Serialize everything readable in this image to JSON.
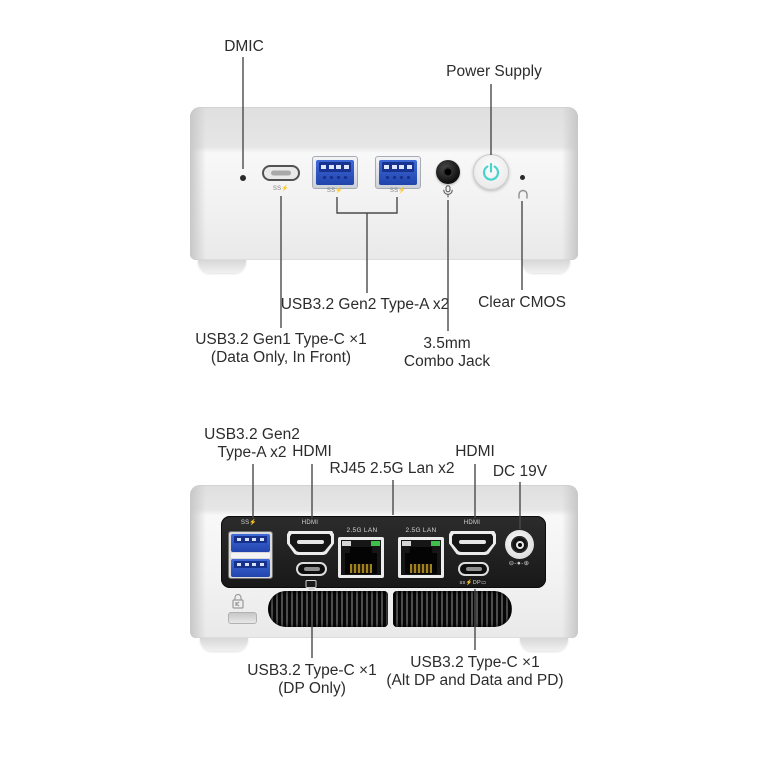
{
  "front": {
    "callouts": {
      "dmic": "DMIC",
      "power_supply": "Power Supply",
      "usb_a": "USB3.2 Gen2 Type-A x2",
      "clear_cmos": "Clear CMOS",
      "usb_c_line1": "USB3.2 Gen1 Type-C ×1",
      "usb_c_line2": "(Data Only, In Front)",
      "combo_jack_line1": "3.5mm",
      "combo_jack_line2": "Combo Jack"
    },
    "markings": {
      "ss": "SS⚡"
    }
  },
  "rear": {
    "callouts": {
      "usb_a_line1": "USB3.2 Gen2",
      "usb_a_line2": "Type-A x2",
      "hdmi_left": "HDMI",
      "lan": "RJ45 2.5G Lan x2",
      "hdmi_right": "HDMI",
      "dc": "DC 19V",
      "usb_c_dp_line1": "USB3.2 Type-C ×1",
      "usb_c_dp_line2": "(DP Only)",
      "usb_c_alt_line1": "USB3.2 Type-C ×1",
      "usb_c_alt_line2": "(Alt DP and Data and PD)"
    },
    "markings": {
      "ss": "SS⚡",
      "hdmi_left": "HDMI",
      "hdmi_right": "HDMI",
      "lan_left": "2.5G LAN",
      "lan_right": "2.5G LAN",
      "usb_c_alt": "ss⚡DP▭",
      "dc_polarity": "⊖-●-⊕"
    }
  },
  "colors": {
    "usb_blue": "#2e56c5",
    "power_accent": "#49d3cd",
    "led_green": "#3ec04b",
    "panel_dark": "#1d1d1d"
  }
}
